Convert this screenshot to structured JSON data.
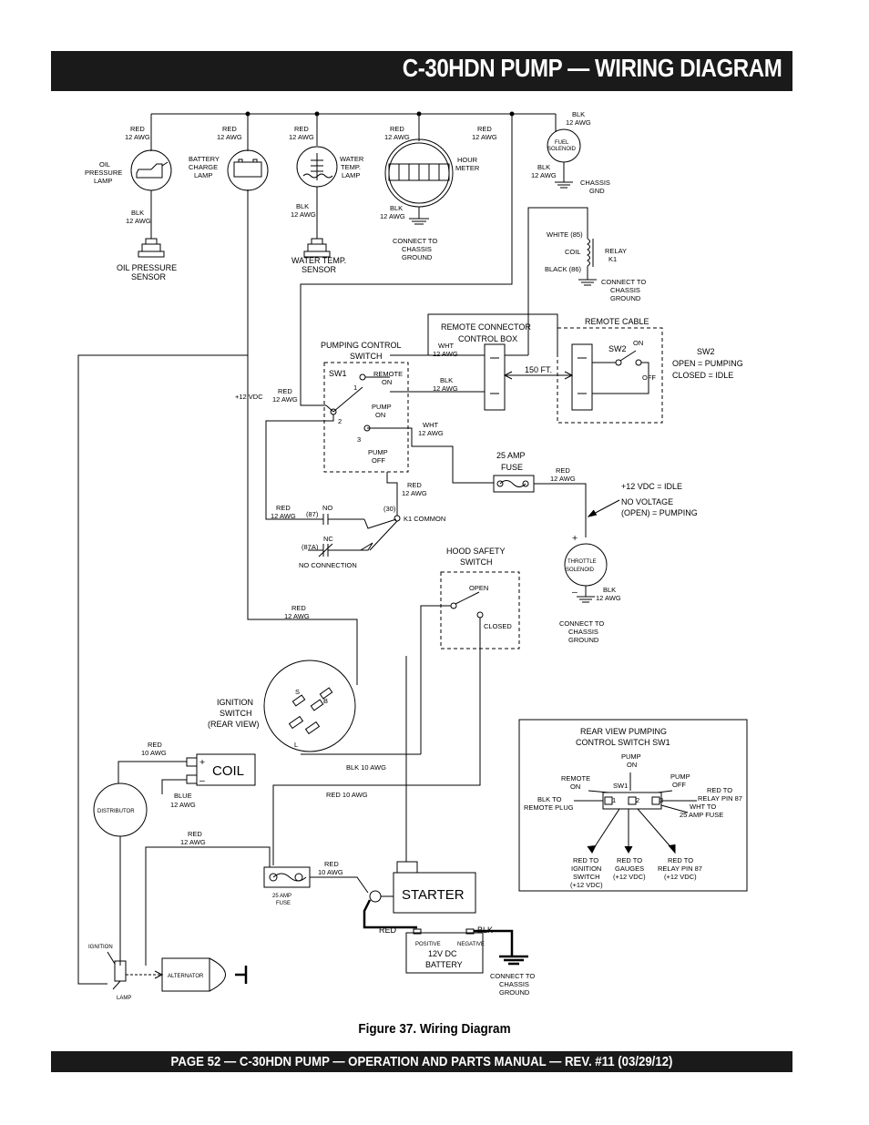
{
  "header": {
    "title": "C-30HDN PUMP — WIRING DIAGRAM"
  },
  "caption": "Figure 37.  Wiring Diagram",
  "footer": "PAGE 52 — C-30HDN PUMP — OPERATION AND PARTS MANUAL — REV. #11 (03/29/12)",
  "wire": {
    "red_12": [
      "RED",
      "12 AWG"
    ],
    "blk_12": [
      "BLK",
      "12 AWG"
    ],
    "wht_12": [
      "WHT",
      "12 AWG"
    ],
    "red_10": [
      "RED",
      "10 AWG"
    ],
    "blue_12": [
      "BLUE",
      "12 AWG"
    ],
    "red_10_awg": "RED 10 AWG",
    "blk_10_awg": "BLK 10 AWG",
    "plus_12vdc": "+12 VDC"
  },
  "labels": {
    "oil_pressure_lamp": [
      "OIL",
      "PRESSURE",
      "LAMP"
    ],
    "battery_charge_lamp": [
      "BATTERY",
      "CHARGE",
      "LAMP"
    ],
    "water_temp_lamp": [
      "WATER",
      "TEMP.",
      "LAMP"
    ],
    "hour_meter": [
      "HOUR",
      "METER"
    ],
    "fuel_solenoid": [
      "FUEL",
      "SOLENOID"
    ],
    "chassis_gnd": [
      "CHASSIS",
      "GND"
    ],
    "connect_chassis_ground": [
      "CONNECT TO",
      "CHASSIS",
      "GROUND"
    ],
    "oil_pressure_sensor": [
      "OIL PRESSURE",
      "SENSOR"
    ],
    "water_temp_sensor": [
      "WATER TEMP.",
      "SENSOR"
    ],
    "white_85": "WHITE (85)",
    "coil_small": "COIL",
    "black_86": "BLACK (86)",
    "relay_k1": [
      "RELAY",
      "K1"
    ],
    "remote_connector": [
      "REMOTE CONNECTOR",
      "CONTROL BOX"
    ],
    "remote_cable": "REMOTE CABLE",
    "pumping_control_switch": [
      "PUMPING CONTROL",
      "SWITCH"
    ],
    "sw1": "SW1",
    "sw2": "SW2",
    "remote_on": [
      "REMOTE",
      "ON"
    ],
    "pump_on": [
      "PUMP",
      "ON"
    ],
    "pump_off": [
      "PUMP",
      "OFF"
    ],
    "pos1": "1",
    "pos2": "2",
    "pos3": "3",
    "ft150": "150 FT.",
    "on": "ON",
    "off": "OFF",
    "sw2_desc": [
      "SW2",
      "OPEN = PUMPING",
      "CLOSED = IDLE"
    ],
    "fuse_25amp": [
      "25 AMP",
      "FUSE"
    ],
    "idle_desc": [
      "+12 VDC = IDLE",
      "NO VOLTAGE",
      "(OPEN) = PUMPING"
    ],
    "plus": "+",
    "minus": "–",
    "throttle_solenoid": [
      "THROTTLE",
      "SOLENOID"
    ],
    "no": "NO",
    "nc": "NC",
    "t87": "(87)",
    "t87a": "(87A)",
    "t30": "(30)",
    "k1_common": "K1 COMMON",
    "no_connection": "NO CONNECTION",
    "hood_safety_switch": [
      "HOOD SAFETY",
      "SWITCH"
    ],
    "open": "OPEN",
    "closed": "CLOSED",
    "ignition_switch": [
      "IGNITION",
      "SWITCH",
      "(REAR VIEW)"
    ],
    "term_s": "S",
    "term_b": "B",
    "term_l": "L",
    "coil_big": "COIL",
    "distributor": "DISTRIBUTOR",
    "fuse_small": [
      "25 AMP",
      "FUSE"
    ],
    "starter": "STARTER",
    "red": "RED",
    "blk": "BLK",
    "battery": [
      "12V DC",
      "BATTERY"
    ],
    "positive": "POSITIVE",
    "negative": "NEGATIVE",
    "ignition": "IGNITION",
    "lamp": "LAMP",
    "alternator": "ALTERNATOR"
  },
  "inset": {
    "title": [
      "REAR VIEW PUMPING",
      "CONTROL SWITCH SW1"
    ],
    "pump_on": [
      "PUMP",
      "ON"
    ],
    "remote_on": [
      "REMOTE",
      "ON"
    ],
    "pump_off": [
      "PUMP",
      "OFF"
    ],
    "sw1": "SW1",
    "p1": "1",
    "p2": "2",
    "p3": "3",
    "blk_to_remote": [
      "BLK TO",
      "REMOTE PLUG"
    ],
    "red_to_relay87": [
      "RED TO",
      "RELAY PIN 87"
    ],
    "wht_to_fuse": [
      "WHT TO",
      "25 AMP FUSE"
    ],
    "red_to_ignition": [
      "RED TO",
      "IGNITION",
      "SWITCH",
      "(+12 VDC)"
    ],
    "red_to_gauges": [
      "RED TO",
      "GAUGES",
      "(+12 VDC)"
    ],
    "red_to_relay_pin87": [
      "RED TO",
      "RELAY PIN 87",
      "(+12 VDC)"
    ]
  }
}
